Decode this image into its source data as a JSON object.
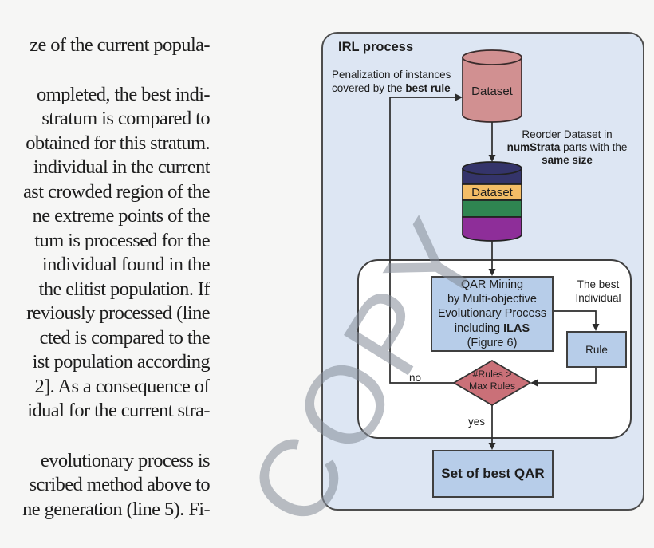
{
  "article": {
    "lines": [
      "ze of the current popula-",
      "ompleted, the best indi-",
      "stratum is compared to",
      "obtained for this stratum.",
      "individual in the current",
      "ast crowded region of the",
      "ne extreme points of the",
      "tum is processed for the",
      "individual found in the",
      "the elitist population. If",
      "reviously processed (line",
      "cted is compared to the",
      "ist population according",
      "2]. As a consequence of",
      "idual for the current stra-",
      "evolutionary process is",
      "scribed method above to",
      "ne generation (line 5). Fi-"
    ]
  },
  "diagram": {
    "title": "IRL process",
    "watermark": "COPY",
    "colors": {
      "diagram_bg": "#dde6f3",
      "loop_bg": "#ffffff",
      "node_fill": "#b7cde9",
      "cylinder_pink": "#d19091",
      "stripe_navy": "#34346a",
      "stripe_orange": "#f3bd66",
      "stripe_green": "#2f8551",
      "stripe_purple": "#8e2e99",
      "decision_fill": "#ca7078",
      "connector": "#2b2b2b",
      "watermark_gray": "#848c98"
    },
    "labels": {
      "penalization_line1": "Penalization of instances",
      "penalization_line2_prefix": "covered by the ",
      "penalization_line2_bold": "best rule",
      "reorder_line1": "Reorder Dataset in",
      "reorder_line2_bold": "numStrata",
      "reorder_line2_rest": " parts with the",
      "reorder_line3_bold": "same size",
      "best_individual_line1": "The best",
      "best_individual_line2": "Individual",
      "no": "no",
      "yes": "yes"
    },
    "nodes": {
      "dataset_source": "Dataset",
      "dataset_strata": "Dataset",
      "qar_line1": "QAR Mining",
      "qar_line2": "by Multi-objective",
      "qar_line3": "Evolutionary Process",
      "qar_line4_prefix": "including ",
      "qar_line4_bold": "ILAS",
      "qar_line5": "(Figure 6)",
      "rule": "Rule",
      "decision_line1": "#Rules >",
      "decision_line2": "Max Rules",
      "output": "Set of best QAR"
    }
  }
}
